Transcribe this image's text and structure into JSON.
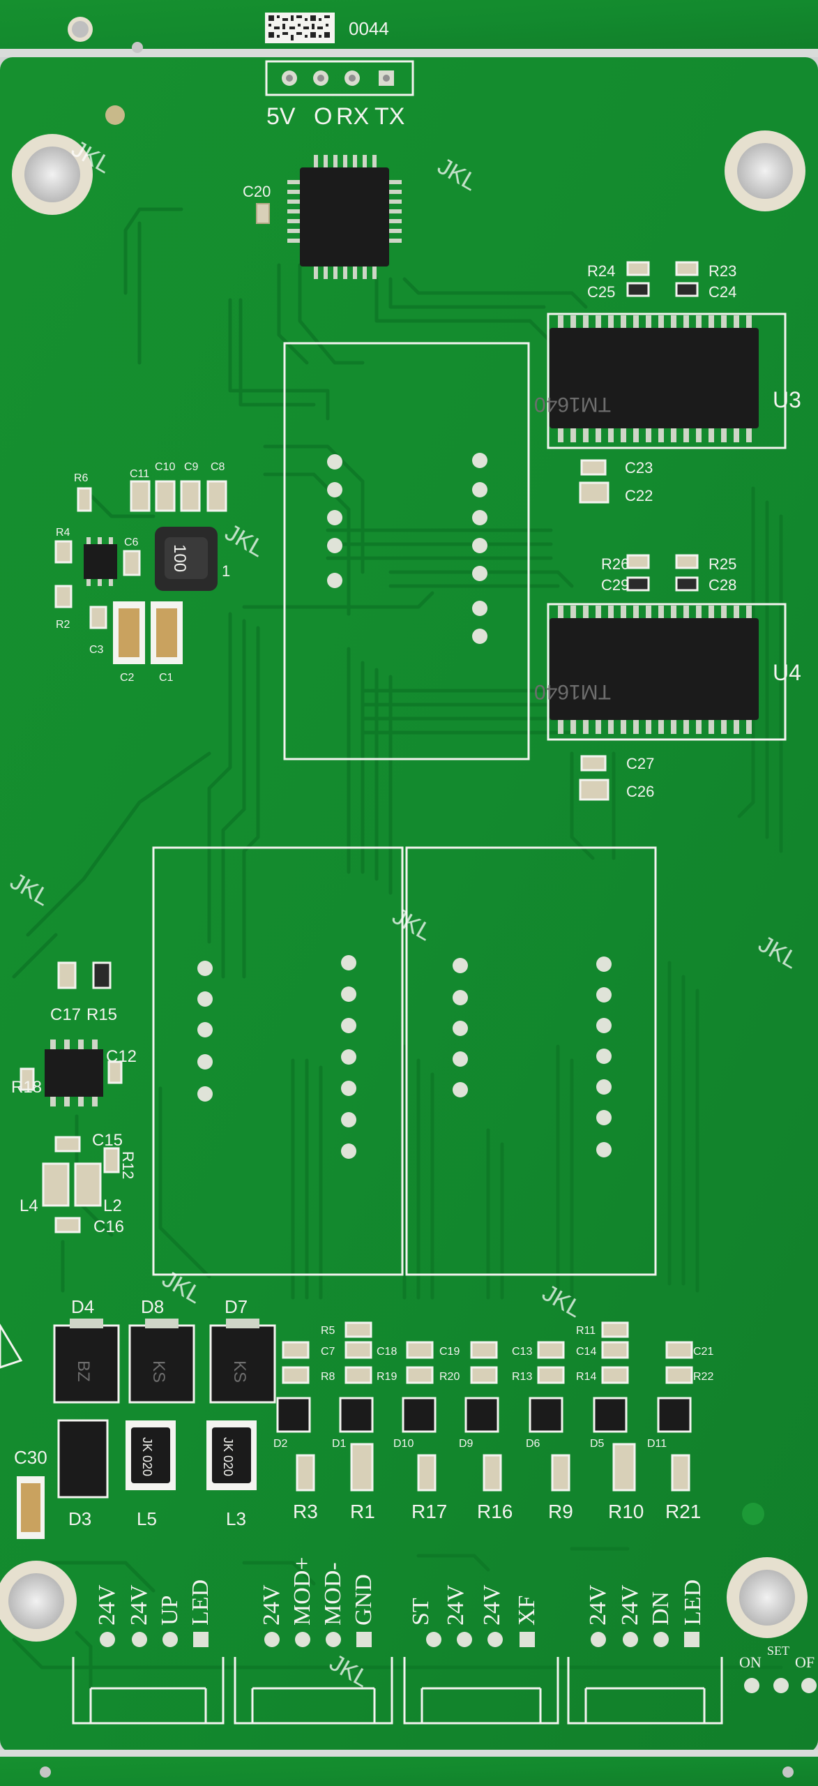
{
  "board": {
    "code": "0044",
    "colors": {
      "mask": "#138a2e",
      "mask_dark": "#0f7426",
      "silk": "#f4f4f0",
      "copper": "#cfd6c7",
      "chip": "#1b1b1b"
    },
    "header_top": {
      "labels": [
        "5V",
        "O",
        "RX",
        "TX"
      ]
    },
    "watermarks": [
      "JKL",
      "JKL",
      "JKL",
      "JKL",
      "JKL",
      "JKL",
      "JKL",
      "JKL",
      "JKL"
    ],
    "ics": [
      {
        "ref": "U3",
        "marking": "TM1640"
      },
      {
        "ref": "U4",
        "marking": "TM1640"
      }
    ],
    "component_labels": {
      "C20": "C20",
      "R24": "R24",
      "R23": "R23",
      "C25": "C25",
      "C24": "C24",
      "C23": "C23",
      "C22": "C22",
      "R26": "R26",
      "R25": "R25",
      "C29": "C29",
      "C28": "C28",
      "C27": "C27",
      "C26": "C26",
      "R6": "R6",
      "C11": "C11",
      "C10": "C10",
      "C9": "C9",
      "C8": "C8",
      "R4": "R4",
      "C6": "C6",
      "R2": "R2",
      "C3": "C3",
      "C2": "C2",
      "C1": "C1",
      "inductor": "100",
      "inductor_ref": "1",
      "C17": "C17",
      "R15": "R15",
      "C12": "C12",
      "R18": "R18",
      "C15": "C15",
      "R12": "R12",
      "L4": "L4",
      "L2": "L2",
      "C16": "C16",
      "D4": "D4",
      "D8": "D8",
      "D7": "D7",
      "D3": "D3",
      "L5": "L5",
      "L3": "L3",
      "C30": "C30",
      "R3": "R3",
      "R1": "R1",
      "R17": "R17",
      "R16": "R16",
      "R9": "R9",
      "R10": "R10",
      "R21": "R21",
      "R5": "R5",
      "C7": "C7",
      "R8": "R8",
      "C18": "C18",
      "R19": "R19",
      "C19": "C19",
      "R20": "R20",
      "C13": "C13",
      "R13": "R13",
      "C14": "C14",
      "R14": "R14",
      "R11": "R11",
      "C21": "C21",
      "R22": "R22",
      "D2": "D2",
      "D1": "D1",
      "D10": "D10",
      "D9": "D9",
      "D6": "D6",
      "D5": "D5",
      "D11": "D11"
    },
    "diode_markings": [
      "BZ",
      "KS",
      "KS"
    ],
    "fuse_markings": [
      "JK 020",
      "JK 020"
    ],
    "connectors": [
      {
        "labels": [
          "24V",
          "24V",
          "UP",
          "LED"
        ]
      },
      {
        "labels": [
          "24V",
          "MOD+",
          "MOD-",
          "GND"
        ]
      },
      {
        "labels": [
          "ST",
          "24V",
          "24V",
          "XF"
        ]
      },
      {
        "labels": [
          "24V",
          "24V",
          "DN",
          "LED"
        ]
      }
    ],
    "switch_labels": [
      "ON",
      "SET",
      "OF"
    ]
  }
}
